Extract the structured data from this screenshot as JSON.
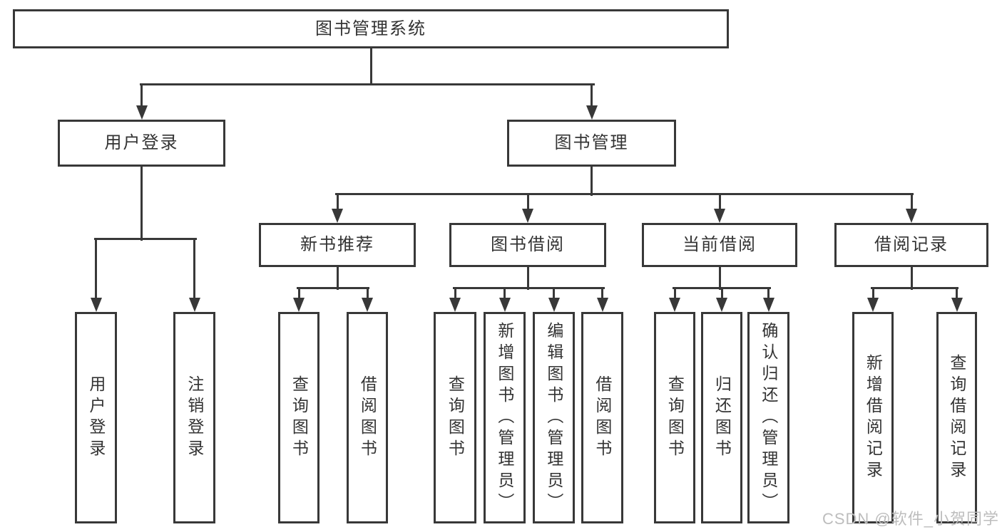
{
  "tree": {
    "label": "图书管理系统",
    "children": [
      {
        "label": "用户登录",
        "children": [
          {
            "label": "用户登录"
          },
          {
            "label": "注销登录"
          }
        ]
      },
      {
        "label": "图书管理",
        "children": [
          {
            "label": "新书推荐",
            "children": [
              {
                "label": "查询图书"
              },
              {
                "label": "借阅图书"
              }
            ]
          },
          {
            "label": "图书借阅",
            "children": [
              {
                "label": "查询图书"
              },
              {
                "label": "新增图书（管理员）"
              },
              {
                "label": "编辑图书（管理员）"
              },
              {
                "label": "借阅图书"
              }
            ]
          },
          {
            "label": "当前借阅",
            "children": [
              {
                "label": "查询图书"
              },
              {
                "label": "归还图书"
              },
              {
                "label": "确认归还（管理员）"
              }
            ]
          },
          {
            "label": "借阅记录",
            "children": [
              {
                "label": "新增借阅记录"
              },
              {
                "label": "查询借阅记录"
              }
            ]
          }
        ]
      }
    ]
  },
  "watermark": {
    "text": "CSDN @软件_小贺同学"
  },
  "colors": {
    "line": "#383838",
    "text": "#333333",
    "watermark": "#bdbdbd",
    "background": "#ffffff"
  }
}
